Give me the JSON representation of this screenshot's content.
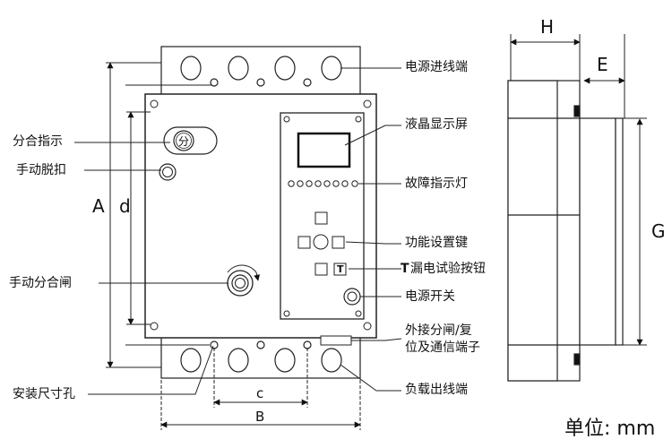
{
  "labels": {
    "power_in": "电源进线端",
    "lcd": "液晶显示屏",
    "fault_led": "故障指示灯",
    "function_key": "功能设置键",
    "leak_test": "漏电试验按钮",
    "power_switch": "电源开关",
    "external_terminal_1": "外接分闸/复",
    "external_terminal_2": "位及通信端子",
    "load_out": "负载出线端",
    "split_indicator": "分合指示",
    "manual_trip": "手动脱扣",
    "manual_switch": "手动分合闸",
    "mount_hole": "安装尺寸孔"
  },
  "dimensions": {
    "A": "A",
    "d": "d",
    "c": "c",
    "B": "B",
    "H": "H",
    "E": "E",
    "G": "G"
  },
  "buttons": {
    "split_symbol": "分",
    "test_symbol": "T",
    "test_prefix": "T"
  },
  "unit_label": "单位: mm"
}
